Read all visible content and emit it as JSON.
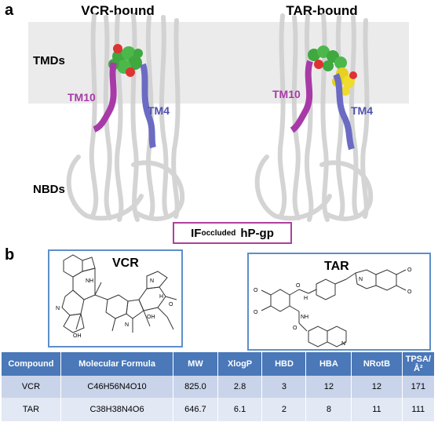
{
  "panel_a": {
    "letter": "a",
    "left_title": "VCR-bound",
    "right_title": "TAR-bound",
    "tmds_label": "TMDs",
    "nbds_label": "NBDs",
    "tm10_label": "TM10",
    "tm4_label": "TM4",
    "state_prefix": "IF",
    "state_sub": "occluded",
    "state_suffix": "hP-gp",
    "colors": {
      "tm10": "#a83aa8",
      "tm4": "#4f4fb0",
      "band": "#ebebeb",
      "box": "#b0409a"
    }
  },
  "panel_b": {
    "letter": "b",
    "vcr_title": "VCR",
    "tar_title": "TAR",
    "structure_labels": {
      "nh": "NH",
      "n": "N",
      "oh": "OH",
      "h": "H",
      "o": "O"
    },
    "table": {
      "headers": [
        "Compound",
        "Molecular Formula",
        "MW",
        "XlogP",
        "HBD",
        "HBA",
        "NRotB",
        "TPSA/Å²"
      ],
      "rows": [
        [
          "VCR",
          "C46H56N4O10",
          "825.0",
          "2.8",
          "3",
          "12",
          "12",
          "171"
        ],
        [
          "TAR",
          "C38H38N4O6",
          "646.7",
          "6.1",
          "2",
          "8",
          "11",
          "111"
        ]
      ]
    }
  }
}
